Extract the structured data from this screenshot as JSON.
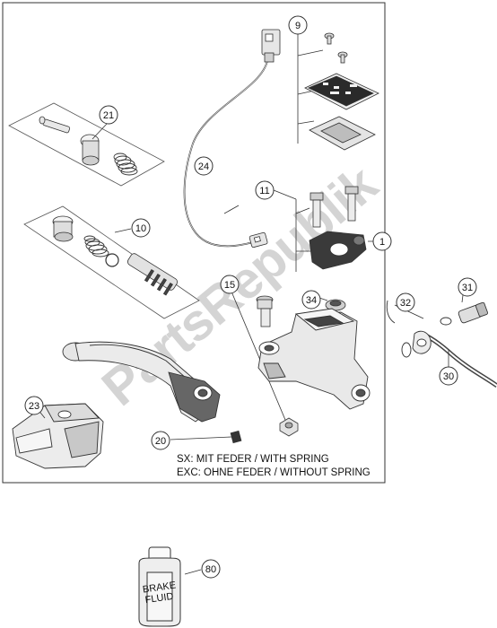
{
  "watermark": "PartsRepublik",
  "callouts": {
    "c1": "1",
    "c9": "9",
    "c10": "10",
    "c11": "11",
    "c15": "15",
    "c20": "20",
    "c21": "21",
    "c23": "23",
    "c24": "24",
    "c30": "30",
    "c31": "31",
    "c32": "32",
    "c34": "34",
    "c80": "80"
  },
  "notes": {
    "line1": "SX: MIT FEDER / WITH SPRING",
    "line2": "EXC: OHNE FEDER / WITHOUT SPRING"
  },
  "bottle_label": {
    "line1": "BRAKE",
    "line2": "FLUID"
  }
}
